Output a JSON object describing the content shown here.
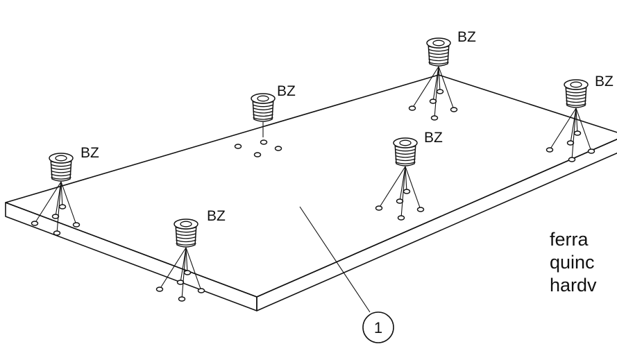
{
  "diagram": {
    "callout_number": "1",
    "insert_label": "BZ",
    "note_lines": [
      "ferra",
      "quinc",
      "hardv"
    ],
    "insert_types": {
      "1": "insert-with-legs",
      "2": "insert-only"
    },
    "line_color": "#111111",
    "background_color": "#ffffff"
  }
}
